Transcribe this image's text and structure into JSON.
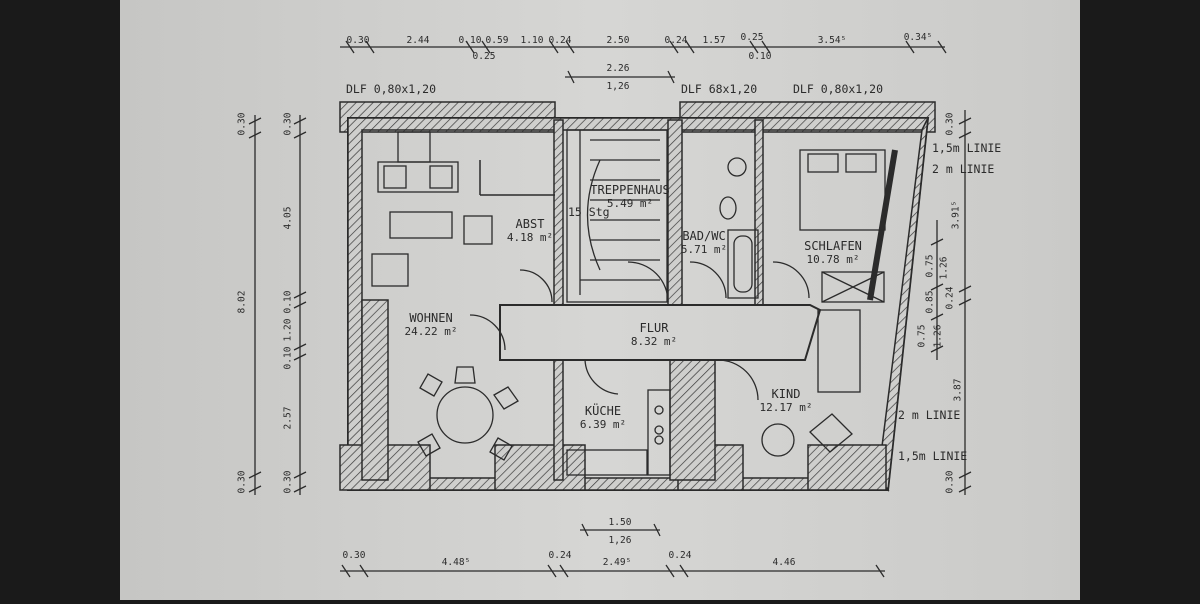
{
  "colors": {
    "paper": "#d2d2d0",
    "ink": "#2b2b2b",
    "background": "#1a1a1a"
  },
  "rooms": {
    "wohnen": {
      "name": "WOHNEN",
      "area": "24.22 m²"
    },
    "abst": {
      "name": "ABST",
      "area": "4.18 m²"
    },
    "treppenhaus": {
      "name": "TREPPENHAUS",
      "area": "5.49 m²"
    },
    "bad": {
      "name": "BAD/WC",
      "area": "5.71 m²"
    },
    "schlafen": {
      "name": "SCHLAFEN",
      "area": "10.78 m²"
    },
    "flur": {
      "name": "FLUR",
      "area": "8.32 m²"
    },
    "kueche": {
      "name": "KÜCHE",
      "area": "6.39 m²"
    },
    "kind": {
      "name": "KIND",
      "area": "12.17 m²"
    }
  },
  "stair_note": "15 Stg",
  "skylights": {
    "left": "DLF 0,80x1,20",
    "middle": "DLF 68x1,20",
    "right": "DLF 0,80x1,20"
  },
  "lines": {
    "top_15": "1,5m LINIE",
    "top_2": "2 m LINIE",
    "bottom_2": "2 m LINIE",
    "bottom_15": "1,5m LINIE"
  },
  "dimensions": {
    "top": [
      "0.30",
      "2.44",
      "0.10",
      "0.59",
      "1.10",
      "0.24",
      "2.50",
      "0.24",
      "1.57",
      "0.25",
      "3.54⁵",
      "0.34⁵"
    ],
    "top_sub": [
      "0.25",
      "0.10"
    ],
    "top_inner": [
      "2.26",
      "1,26"
    ],
    "bottom_inner": [
      "1.50",
      "1,26"
    ],
    "bottom": [
      "0.30",
      "4.48⁵",
      "0.24",
      "2.49⁵",
      "0.24",
      "4.46"
    ],
    "left_outer": [
      "0.30",
      "8.02",
      "0.30"
    ],
    "left_inner": [
      "0.30",
      "4.05",
      "0.10",
      "1.20",
      "0.10",
      "2.57",
      "0.30"
    ],
    "right_outer": [
      "0.30",
      "3.91⁵",
      "0.24",
      "3.87",
      "0.30"
    ],
    "right_inner": [
      "0.75",
      "1.26",
      "0.85",
      "0.75",
      "1.26"
    ]
  }
}
